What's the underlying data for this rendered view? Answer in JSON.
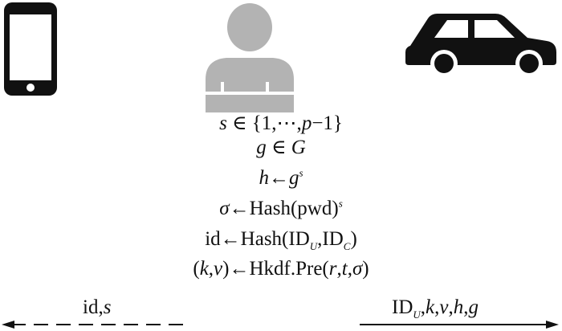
{
  "icons": {
    "left": "smartphone-icon",
    "center": "user-icon",
    "right": "car-icon"
  },
  "colors": {
    "icon_black": "#111111",
    "user_gray": "#b3b3b3"
  },
  "equations": {
    "line1": {
      "a": "s",
      "b": " ∈ {1,⋯,",
      "c": "p",
      "d": "−1}"
    },
    "line2": {
      "a": "g",
      "b": " ∈ ",
      "c": "G"
    },
    "line3": {
      "a": "h",
      "b": "←",
      "c": "g",
      "d": "s"
    },
    "line4": {
      "a": "σ",
      "b": "←Hash(pwd)",
      "c": "s"
    },
    "line5": {
      "a": "id←Hash(ID",
      "b": "U",
      "c": ",ID",
      "d": "C",
      "e": ")"
    },
    "line6": {
      "a": "(",
      "b": "k",
      "c": ",",
      "d": "v",
      "e": ")←Hkdf.Pre(",
      "f": "r",
      "g": ",",
      "h": "t",
      "i": ",",
      "j": "σ",
      "k": ")"
    }
  },
  "messages": {
    "left": {
      "a": "id,",
      "b": "s"
    },
    "right": {
      "a": "ID",
      "b": "U",
      "c": ",",
      "d": "k",
      "e": ",",
      "f": "v",
      "g": ",",
      "h": "h",
      "i": ",",
      "j": "g"
    }
  }
}
